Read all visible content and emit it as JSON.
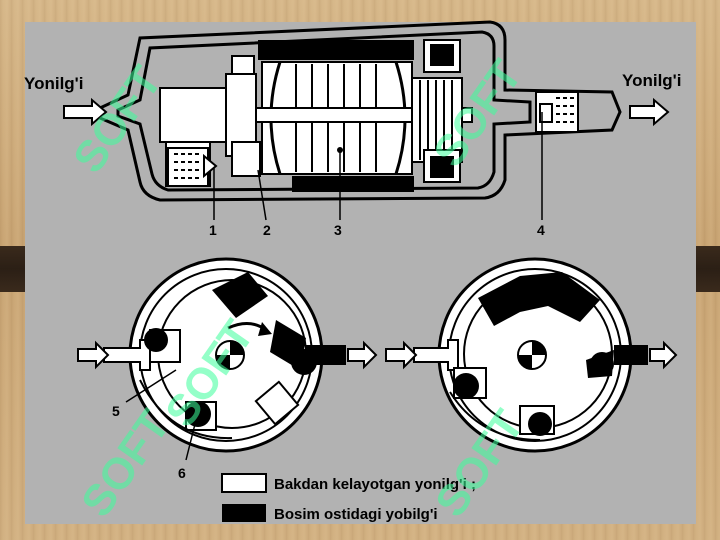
{
  "labels": {
    "inlet": "Yonilg'i",
    "outlet": "Yonilg'i"
  },
  "callouts": {
    "c1": "1",
    "c2": "2",
    "c3": "3",
    "c4": "4",
    "c5": "5",
    "c6": "6"
  },
  "legend": {
    "low_pressure": "Bakdan kelayotgan  yonilg'i ;",
    "high_pressure": "Bosim  ostidagi  yobilg'i"
  },
  "watermark": "SOFT",
  "colors": {
    "panel": "#b2b2b2",
    "ink": "#000000",
    "watermark": "#3cff9a"
  }
}
